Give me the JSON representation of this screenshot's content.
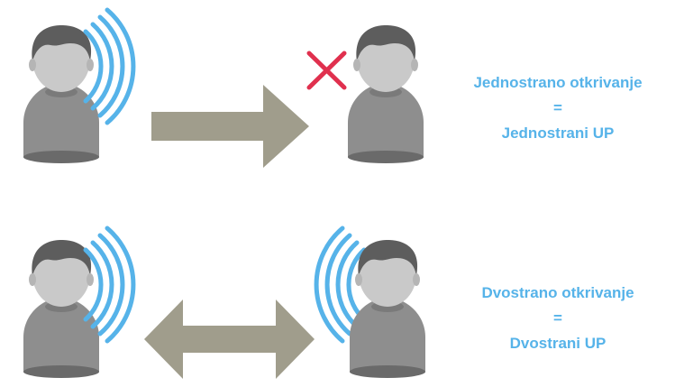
{
  "colors": {
    "wave": "#56b3e9",
    "arrow": "#a09d8c",
    "cross": "#e0304e",
    "caption": "#56b3e9",
    "person_body": "#8e8e8e",
    "person_hair": "#5d5d5d",
    "person_face": "#c9c9c9"
  },
  "rows": [
    {
      "caption": {
        "line1": "Jednostrano otkrivanje",
        "equals": "=",
        "line2": "Jednostrani UP"
      },
      "left_person": {
        "icon": "person-icon",
        "emits_signal": true
      },
      "right_person": {
        "icon": "person-icon",
        "emits_signal": false,
        "marked_with_cross": true
      },
      "arrow": {
        "icon": "right-arrow-icon",
        "direction": "one-way"
      }
    },
    {
      "caption": {
        "line1": "Dvostrano otkrivanje",
        "equals": "=",
        "line2": "Dvostrani UP"
      },
      "left_person": {
        "icon": "person-icon",
        "emits_signal": true
      },
      "right_person": {
        "icon": "person-icon",
        "emits_signal": true,
        "marked_with_cross": false
      },
      "arrow": {
        "icon": "double-arrow-icon",
        "direction": "two-way"
      }
    }
  ]
}
